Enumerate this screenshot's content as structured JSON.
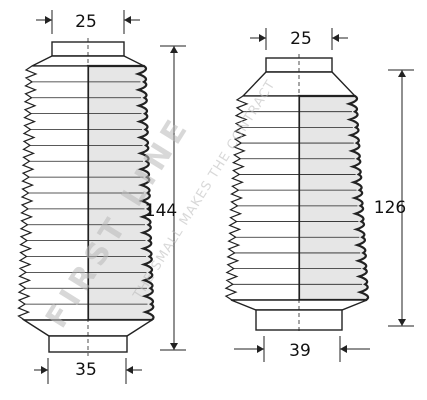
{
  "diagram": {
    "boot_left": {
      "top_diameter": "25",
      "length": "144",
      "bottom_diameter": "35"
    },
    "boot_right": {
      "top_diameter": "25",
      "length": "126",
      "bottom_diameter": "39"
    },
    "watermark": {
      "brand": "FIRST LINE",
      "tagline": "THE SMALL MAKES THE CONTRACT"
    },
    "colors": {
      "outline": "#222222",
      "fill": "#ffffff",
      "shade": "#e6e6e6",
      "watermark": "#b9b9b9"
    }
  }
}
